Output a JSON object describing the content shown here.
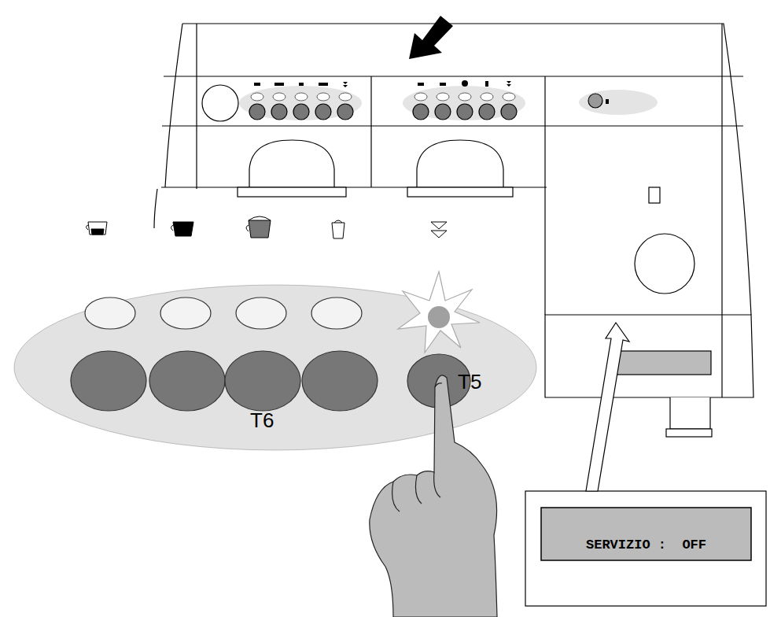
{
  "diagram": {
    "nodes": [
      {
        "text": [
          "SERVIZIO :  OFF"
        ]
      }
    ],
    "labels": [
      "T5",
      "T6"
    ]
  }
}
